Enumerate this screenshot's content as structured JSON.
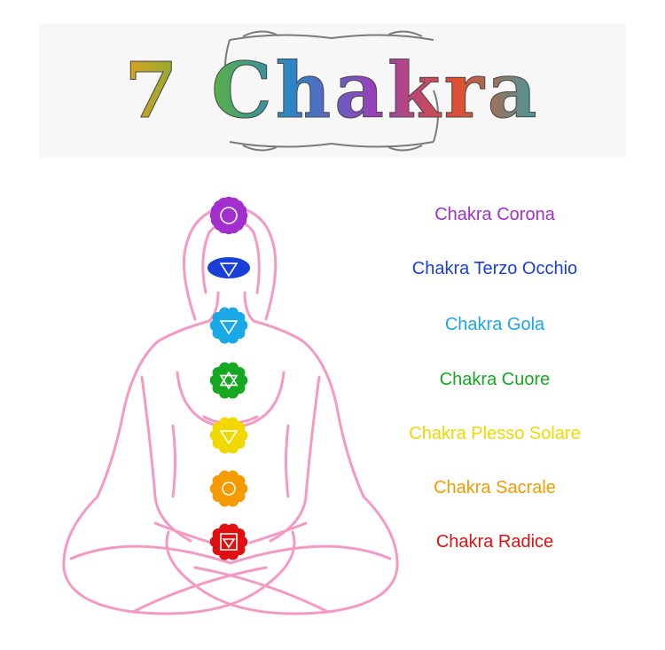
{
  "title": "7 Chakra",
  "chakras": [
    {
      "label": "Chakra Corona",
      "color": "#a32fcf",
      "icon": "crown-chakra-icon"
    },
    {
      "label": "Chakra Terzo Occhio",
      "color": "#1a3fd6",
      "icon": "third-eye-chakra-icon"
    },
    {
      "label": "Chakra Gola",
      "color": "#1aa8e6",
      "icon": "throat-chakra-icon"
    },
    {
      "label": "Chakra Cuore",
      "color": "#17a821",
      "icon": "heart-chakra-icon"
    },
    {
      "label": "Chakra Plesso Solare",
      "color": "#f0d800",
      "icon": "solar-plexus-chakra-icon"
    },
    {
      "label": "Chakra Sacrale",
      "color": "#f59a00",
      "icon": "sacral-chakra-icon"
    },
    {
      "label": "Chakra Radice",
      "color": "#e01010",
      "icon": "root-chakra-icon"
    }
  ],
  "figure_color": "#f39ac4"
}
